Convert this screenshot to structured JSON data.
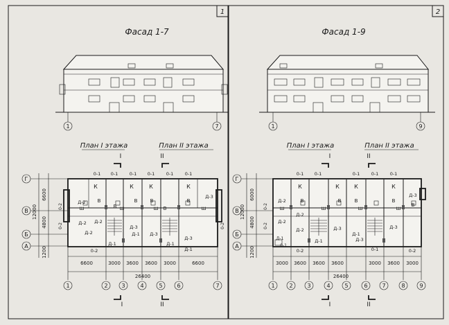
{
  "sheets": [
    {
      "number": "1",
      "facade_title": "Фасад 1-7",
      "facade_axes": [
        "1",
        "7"
      ],
      "plan_titles": [
        "План  I  этажа",
        "План  II  этажа"
      ],
      "section_marks": {
        "left": "I",
        "right": "II"
      },
      "row_axes": [
        "Г",
        "В",
        "Б",
        "А"
      ],
      "row_dims": [
        "6600",
        "12000",
        "4800",
        "1200"
      ],
      "dims_bottom": [
        "6600",
        "3000",
        "3600",
        "3600",
        "3000",
        "6600"
      ],
      "dim_total": "26400",
      "col_axes": [
        "1",
        "2",
        "3",
        "4",
        "5",
        "6",
        "7"
      ],
      "room_labels": {
        "o1": [
          "0-1",
          "0-1",
          "0-1",
          "0-1",
          "0-1",
          "0-1"
        ],
        "k": [
          "К",
          "К",
          "К",
          "К"
        ],
        "v": [
          "В",
          "В",
          "В",
          "В",
          "В",
          "В"
        ],
        "sh": [
          "Ш",
          "Ш",
          "Ш",
          "Ш"
        ],
        "o2": [
          "0-2",
          "0-2",
          "0-2",
          "0-2"
        ],
        "d1": [
          "Д-1",
          "Д-1",
          "Д-1",
          "Д-1"
        ],
        "d2": [
          "Д-2",
          "Д-2",
          "Д-2",
          "Д-2"
        ],
        "d3": [
          "Д-3",
          "Д-3",
          "Д-3",
          "Д-3"
        ]
      }
    },
    {
      "number": "2",
      "facade_title": "Фасад 1-9",
      "facade_axes": [
        "1",
        "9"
      ],
      "plan_titles": [
        "План  I  этажа",
        "План  II  этажа"
      ],
      "section_marks": {
        "left": "I",
        "right": "II"
      },
      "row_axes": [
        "Г",
        "В",
        "Б",
        "А"
      ],
      "row_dims": [
        "6000",
        "12000",
        "4800",
        "1200"
      ],
      "dims_bottom": [
        "3000",
        "3600",
        "3600",
        "3600",
        "3000",
        "3600",
        "3000"
      ],
      "dim_total": "26400",
      "col_axes": [
        "1",
        "2",
        "3",
        "4",
        "5",
        "6",
        "7",
        "8",
        "9"
      ],
      "room_labels": {
        "o1": [
          "0-1",
          "0-1",
          "0-1",
          "0-1",
          "0-1",
          "0-1",
          "0-1"
        ],
        "k": [
          "К",
          "К",
          "К",
          "К"
        ],
        "v": [
          "В",
          "В",
          "В",
          "В",
          "В"
        ],
        "sh": [
          "Ш",
          "Ш",
          "Ш",
          "Ш"
        ],
        "o2": [
          "0-2",
          "0-2",
          "0-2",
          "0-2"
        ],
        "d1": [
          "Д-1",
          "Д-1",
          "Д-1"
        ],
        "d2": [
          "Д-2",
          "Д-2",
          "Д-2",
          "Д-2"
        ],
        "d3": [
          "Д-3",
          "Д-3",
          "Д-3",
          "Д-3"
        ]
      }
    }
  ]
}
